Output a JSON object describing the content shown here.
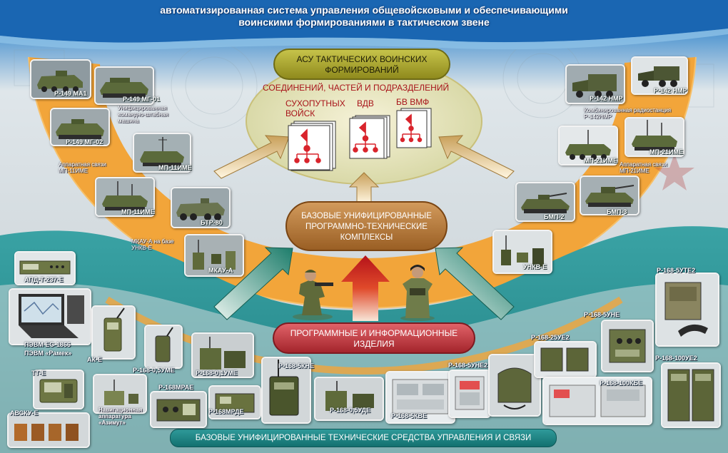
{
  "title": {
    "line1": "автоматизированная система управления общевойсковыми и обеспечивающими",
    "line2": "воинскими формированиями в тактическом звене"
  },
  "asu": {
    "line1": "АСУ ТАКТИЧЕСКИХ ВОИНСКИХ",
    "line2": "ФОРМИРОВАНИЙ"
  },
  "formations": {
    "header": "СОЕДИНЕНИЙ, ЧАСТЕЙ И ПОДРАЗДЕЛЕНИЙ",
    "ground1": "СУХОПУТНЫХ",
    "ground2": "ВОЙСК",
    "vdv": "ВДВ",
    "bv": "БВ ВМФ"
  },
  "base_complex": {
    "line1": "БАЗОВЫЕ УНИФИЦИРОВАННЫЕ",
    "line2": "ПРОГРАММНО-ТЕХНИЧЕСКИЕ",
    "line3": "КОМПЛЕКСЫ"
  },
  "software": {
    "line1": "ПРОГРАММНЫЕ И ИНФОРМАЦИОННЫЕ",
    "line2": "ИЗДЕЛИЯ"
  },
  "tech_means": "БАЗОВЫЕ УНИФИЦИРОВАННЫЕ ТЕХНИЧЕСКИЕ СРЕДСТВА УПРАВЛЕНИЯ И СВЯЗИ",
  "left_vehicles": {
    "r149ma1": "Р-149 МА1",
    "r149mg01": "Р-149 МГ-01",
    "cap_mg01": "Унифицированная командно-штабная машина",
    "r149mg02": "Р-149 МГ-02",
    "mp11ime_a": "МП-11ИМЕ",
    "cap_mp11": "Аппаратная связи МП-11ИМЕ",
    "mp11ime_b": "МП-11ИМЕ",
    "btr80": "БТР-80",
    "cap_mkau": "МКАУ-А на базе УНКВ-Е",
    "mkaua": "МКАУ-А"
  },
  "right_vehicles": {
    "r142nmr_a": "Р-142 НМР",
    "r142nmr_b": "Р-142 НМР",
    "cap_r142": "Комбинированная радиостанция Р-142НМР",
    "mp21ime_a": "МП-21ИМЕ",
    "mp21ime_b": "МП-21ИМЕ",
    "cap_mp21": "Аппаратная связи МП-21ИМЕ",
    "bmp2": "БМП-2",
    "bmp3": "БМП-3",
    "unkv": "УНКВ-Е"
  },
  "devices": {
    "apd": "АПД-Т-237-Е",
    "pevm": "ПЭВМ ЕС-1866",
    "pevm_ramek": "ПЭВМ «Рамек»",
    "ak": "АК-Е",
    "tt": "ТТ-Е",
    "avsku": "АВСКУ-Е",
    "r168_05ume": "Р-168-0,5УМЕ",
    "r168_01ume": "Р-168-0,1УМЕ",
    "r168mrae": "Р-168МРАЕ",
    "cap_azimut": "Навигационная аппаратура «Азимут»",
    "r168mrde": "Р-168МРДЕ",
    "r168_5kne": "Р-168-5КНЕ",
    "r168_05ude": "Р-168-0,5УДЕ",
    "r168_5kve": "Р-168-5КВЕ",
    "r168_5une2": "Р-168-5УНЕ2",
    "r168_25ue2": "Р-168-25УЕ2",
    "r168_5une": "Р-168-5УНЕ",
    "r168_5ute2": "Р-168-5УТЕ2",
    "r168_100kbe": "Р-168-100КБЕ",
    "r168_100ue2": "Р-168-100УЕ2"
  },
  "colors": {
    "sky_top": "#1e6fb8",
    "orange_band": "#f2a53a",
    "teal_band": "#2f9c9e",
    "asu_pill": "#b3ae37",
    "base_pill": "#c07a3a",
    "prog_pill": "#c8373d",
    "doc_red": "#d9242c",
    "olive": "#5f6a3a"
  }
}
